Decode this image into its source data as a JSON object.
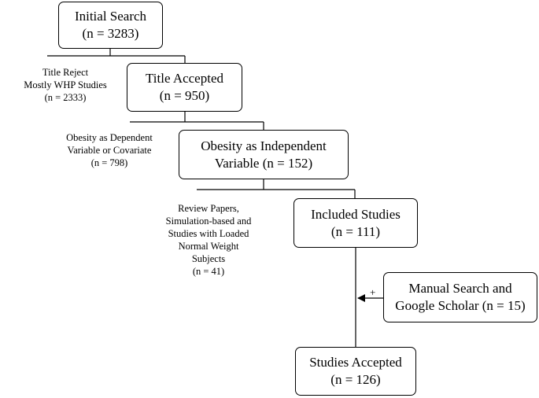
{
  "boxes": {
    "initial_search": {
      "line1": "Initial Search",
      "line2": "(n = 3283)"
    },
    "title_accepted": {
      "line1": "Title Accepted",
      "line2": "(n = 950)"
    },
    "obesity_independent": {
      "line1": "Obesity as Independent",
      "line2": "Variable (n = 152)"
    },
    "included_studies": {
      "line1": "Included Studies",
      "line2": "(n = 111)"
    },
    "manual_search": {
      "line1": "Manual Search and",
      "line2": "Google Scholar (n = 15)"
    },
    "studies_accepted": {
      "line1": "Studies Accepted",
      "line2": "(n = 126)"
    }
  },
  "exclusions": {
    "title_reject": {
      "line1": "Title Reject",
      "line2": "Mostly WHP Studies",
      "line3": "(n = 2333)"
    },
    "obesity_dependent": {
      "line1": "Obesity as Dependent",
      "line2": "Variable or Covariate",
      "line3": "(n = 798)"
    },
    "review_papers": {
      "line1": "Review Papers,",
      "line2": "Simulation-based and",
      "line3": "Studies with Loaded",
      "line4": "Normal Weight",
      "line5": "Subjects",
      "line6": "(n = 41)"
    }
  },
  "merge_symbol": "+"
}
